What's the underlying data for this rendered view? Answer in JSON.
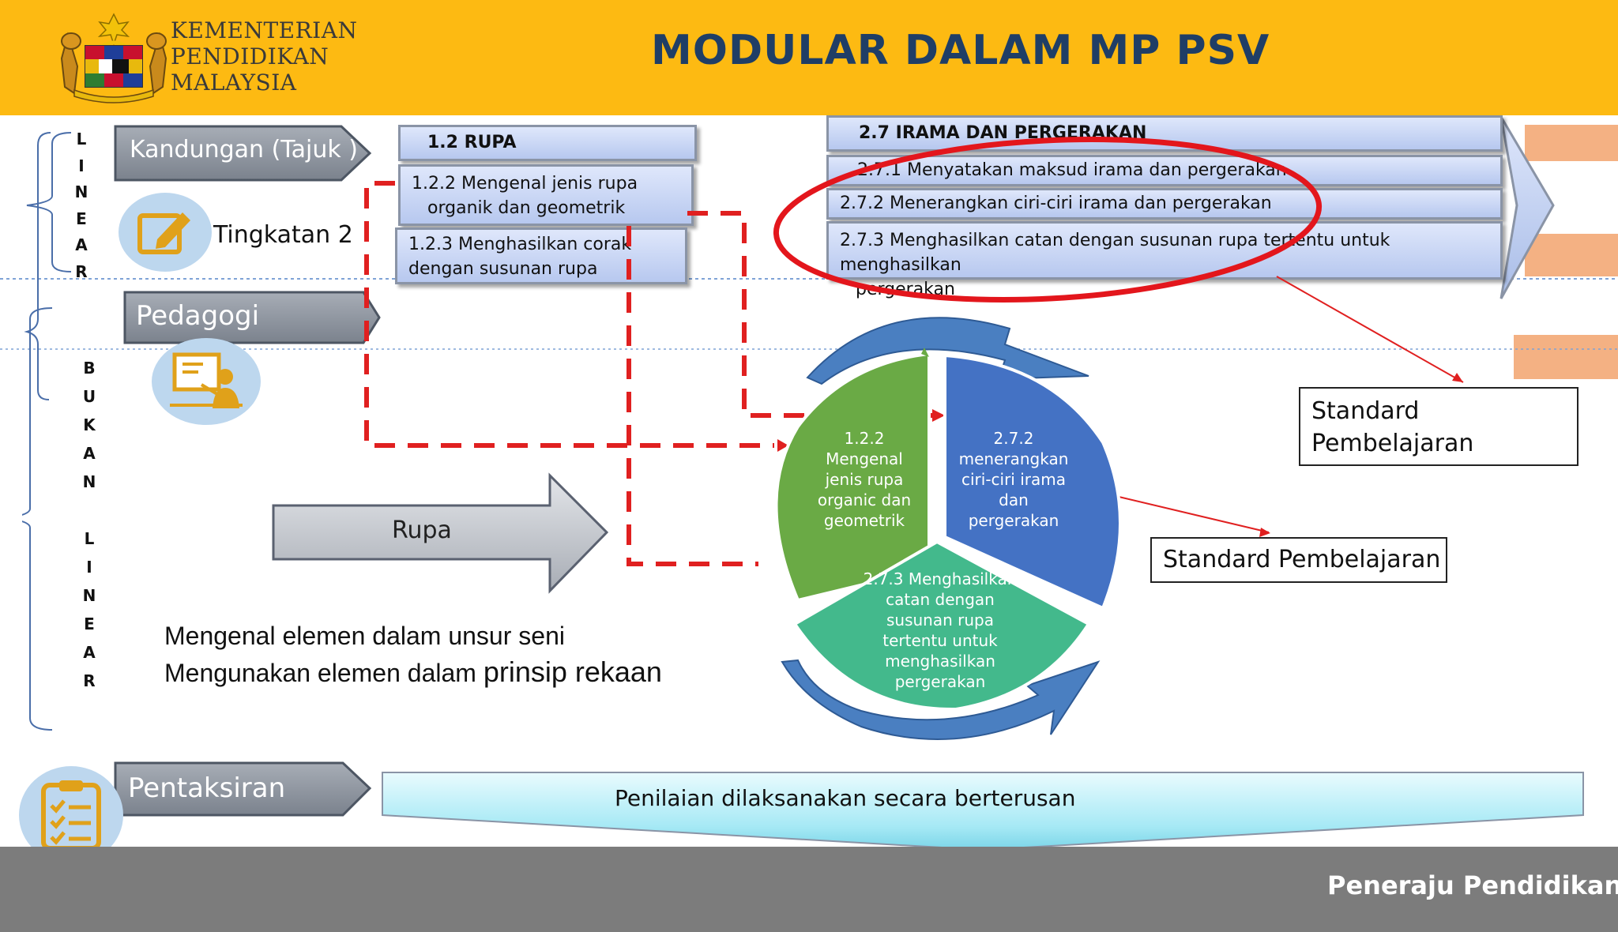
{
  "header": {
    "ministry_line1": "KEMENTERIAN",
    "ministry_line2": "PENDIDIKAN",
    "ministry_line3": "MALAYSIA",
    "title": "MODULAR DALAM MP PSV"
  },
  "side_labels": {
    "linear": [
      "L",
      "I",
      "N",
      "E",
      "A",
      "R"
    ],
    "bukan_linear": [
      "B",
      "U",
      "K",
      "A",
      "N",
      "",
      "L",
      "I",
      "N",
      "E",
      "A",
      "R"
    ]
  },
  "rows": {
    "kandungan": "Kandungan (Tajuk )",
    "tingkatan": "Tingkatan 2",
    "pedagogi": "Pedagogi",
    "pentaksiran": "Pentaksiran"
  },
  "rupa_box": {
    "header": "1.2 RUPA",
    "item1_line1": "1.2.2 Mengenal jenis rupa",
    "item1_line2": "organik dan geometrik",
    "item2_line1": "1.2.3 Menghasilkan corak",
    "item2_line2": "dengan susunan rupa"
  },
  "irama_box": {
    "header": "2.7 IRAMA DAN PERGERAKAN",
    "item1": "2.7.1 Menyatakan maksud irama dan pergerakan",
    "item2": "2.7.2  Menerangkan ciri-ciri irama dan pergerakan",
    "item3_line1": "2.7.3  Menghasilkan catan dengan susunan rupa tertentu untuk menghasilkan",
    "item3_line2": "pergerakan"
  },
  "rupa_arrow": "Rupa",
  "body_text": {
    "line1": "Mengenal elemen dalam unsur seni",
    "line2_a": "Mengunakan elemen dalam ",
    "line2_b": "prinsip rekaan"
  },
  "cycle": {
    "green": [
      "1.2.2",
      "Mengenal",
      "jenis rupa",
      "organic dan",
      "geometrik"
    ],
    "blue": [
      "2.7.2",
      "menerangkan",
      "ciri-ciri irama",
      "dan",
      "pergerakan"
    ],
    "teal": [
      "2.7.3 Menghasilkan",
      "catan dengan",
      "susunan rupa",
      "tertentu  untuk",
      "menghasilkan",
      "pergerakan"
    ]
  },
  "standard_boxes": {
    "box1_line1": "Standard",
    "box1_line2": "Pembelajaran",
    "box2": "Standard Pembelajaran"
  },
  "assessment_banner": "Penilaian dilaksanakan secara berterusan",
  "footer": "Peneraju Pendidikan N",
  "colors": {
    "header_bg": "#FDBA12",
    "title": "#1F3E66",
    "footer_bg": "#7C7C7C",
    "green_segment": "#6AAA45",
    "blue_segment": "#4472C4",
    "teal_segment": "#43B98C",
    "dashed_red": "#E02020",
    "highlight_ellipse": "#E3161C"
  },
  "icons": [
    "coat-of-arms",
    "edit-icon",
    "teacher-icon",
    "checklist-icon"
  ]
}
